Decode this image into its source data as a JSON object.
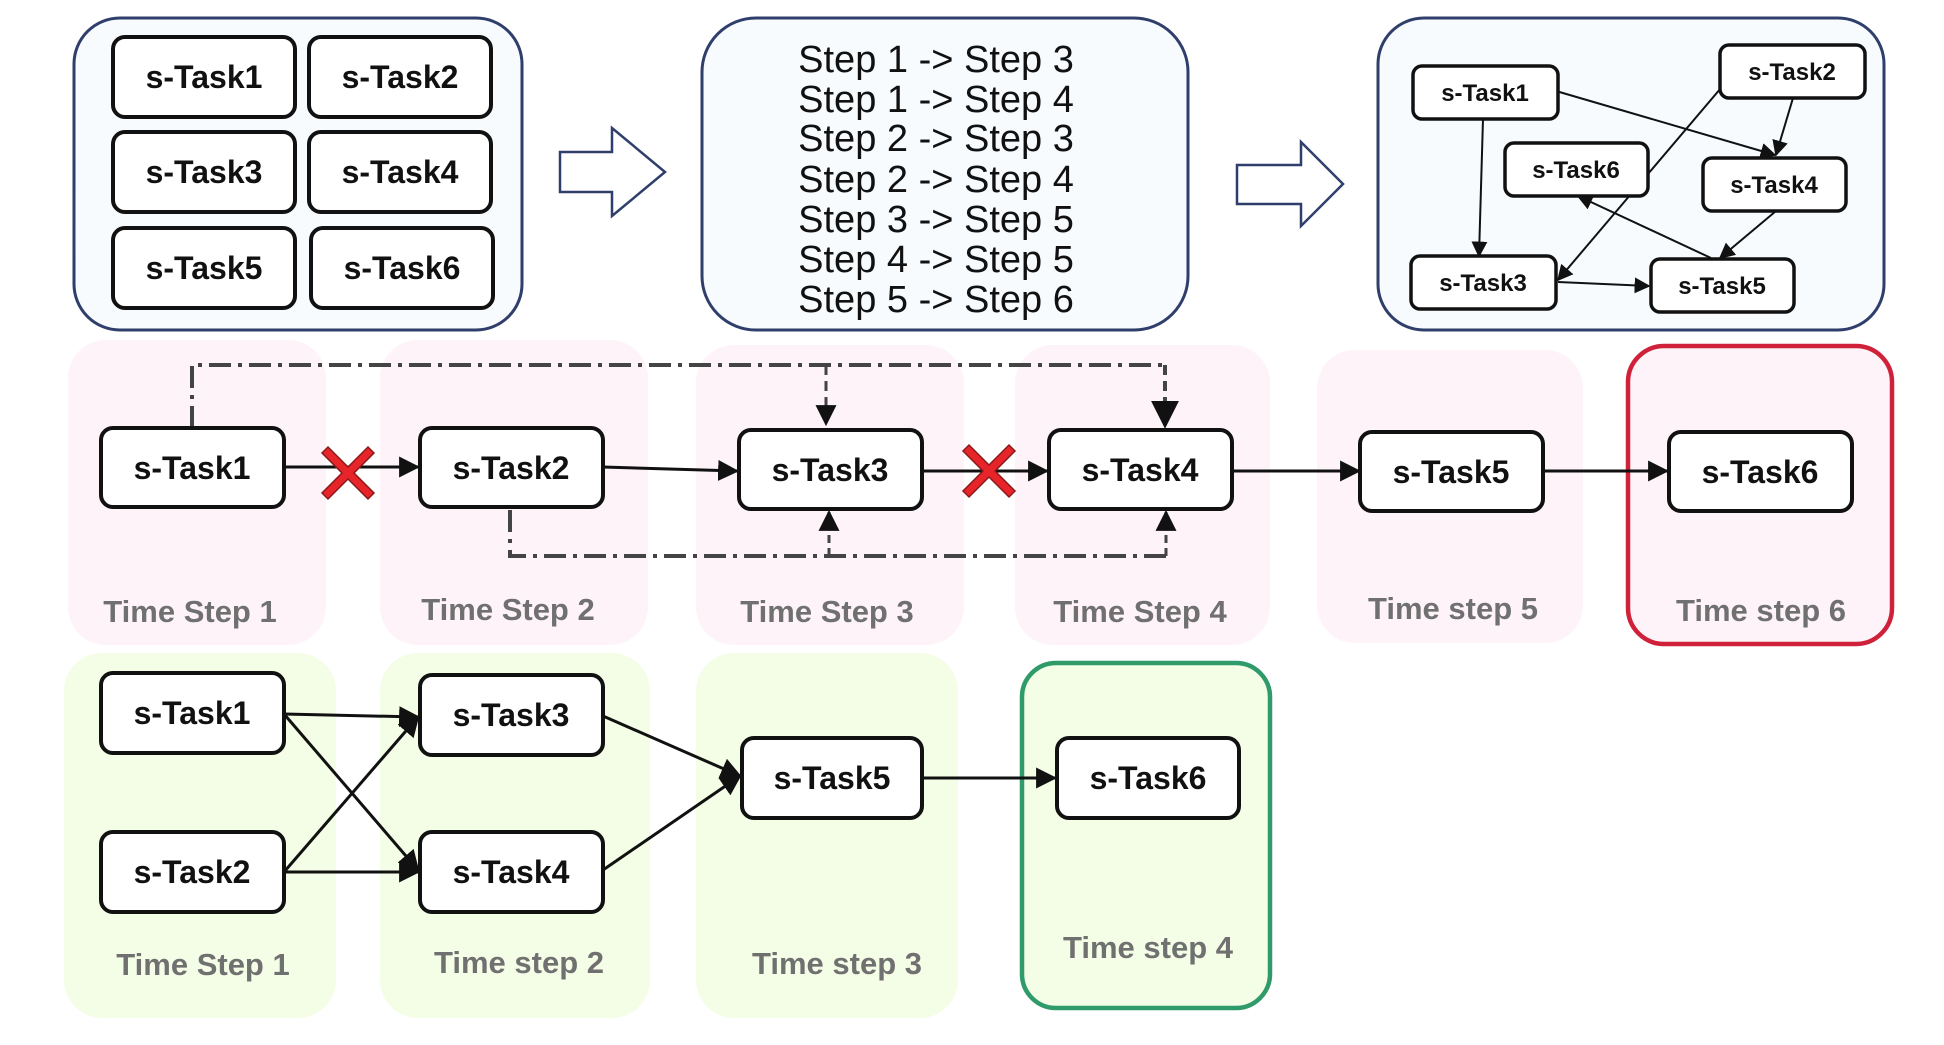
{
  "colors": {
    "panel_border": "#2f3e6b",
    "panel_fill": "#f7fbfe",
    "pink_bg": "#fdf3f8",
    "green_bg": "#f4fde6",
    "red_highlight": "#d0213b",
    "green_highlight": "#2f9a6a",
    "x_mark": "#e8242b"
  },
  "subtasks_panel": {
    "tasks": [
      "s-Task1",
      "s-Task2",
      "s-Task3",
      "s-Task4",
      "s-Task5",
      "s-Task6"
    ]
  },
  "dependency_panel": {
    "lines": [
      "Step 1 -> Step 3",
      "Step 1 -> Step 4",
      "Step 2 -> Step 3",
      "Step 2 -> Step 4",
      "Step 3 -> Step 5",
      "Step 4 -> Step 5",
      "Step 5 -> Step 6"
    ]
  },
  "dag_panel": {
    "nodes": [
      "s-Task1",
      "s-Task2",
      "s-Task6",
      "s-Task4",
      "s-Task3",
      "s-Task5"
    ]
  },
  "sequential": {
    "tasks": [
      "s-Task1",
      "s-Task2",
      "s-Task3",
      "s-Task4",
      "s-Task5",
      "s-Task6"
    ],
    "steps": [
      "Time Step 1",
      "Time Step 2",
      "Time Step 3",
      "Time Step 4",
      "Time step 5",
      "Time step 6"
    ]
  },
  "parallel": {
    "tasks": [
      "s-Task1",
      "s-Task2",
      "s-Task3",
      "s-Task4",
      "s-Task5",
      "s-Task6"
    ],
    "steps": [
      "Time Step 1",
      "Time step 2",
      "Time step 3",
      "Time step 4"
    ]
  }
}
